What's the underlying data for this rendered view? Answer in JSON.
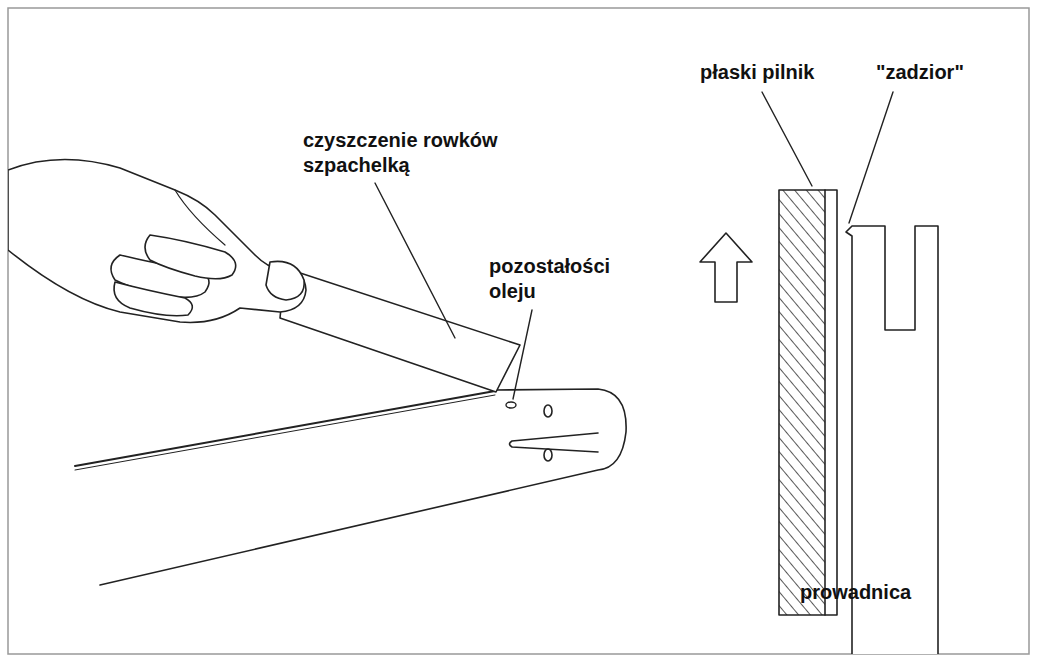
{
  "diagram": {
    "labels": [
      "czyszczenie rowków szpachelką",
      "pozostałości oleju",
      "płaski pilnik",
      "\"zadzior\"",
      "prowadnica"
    ]
  }
}
